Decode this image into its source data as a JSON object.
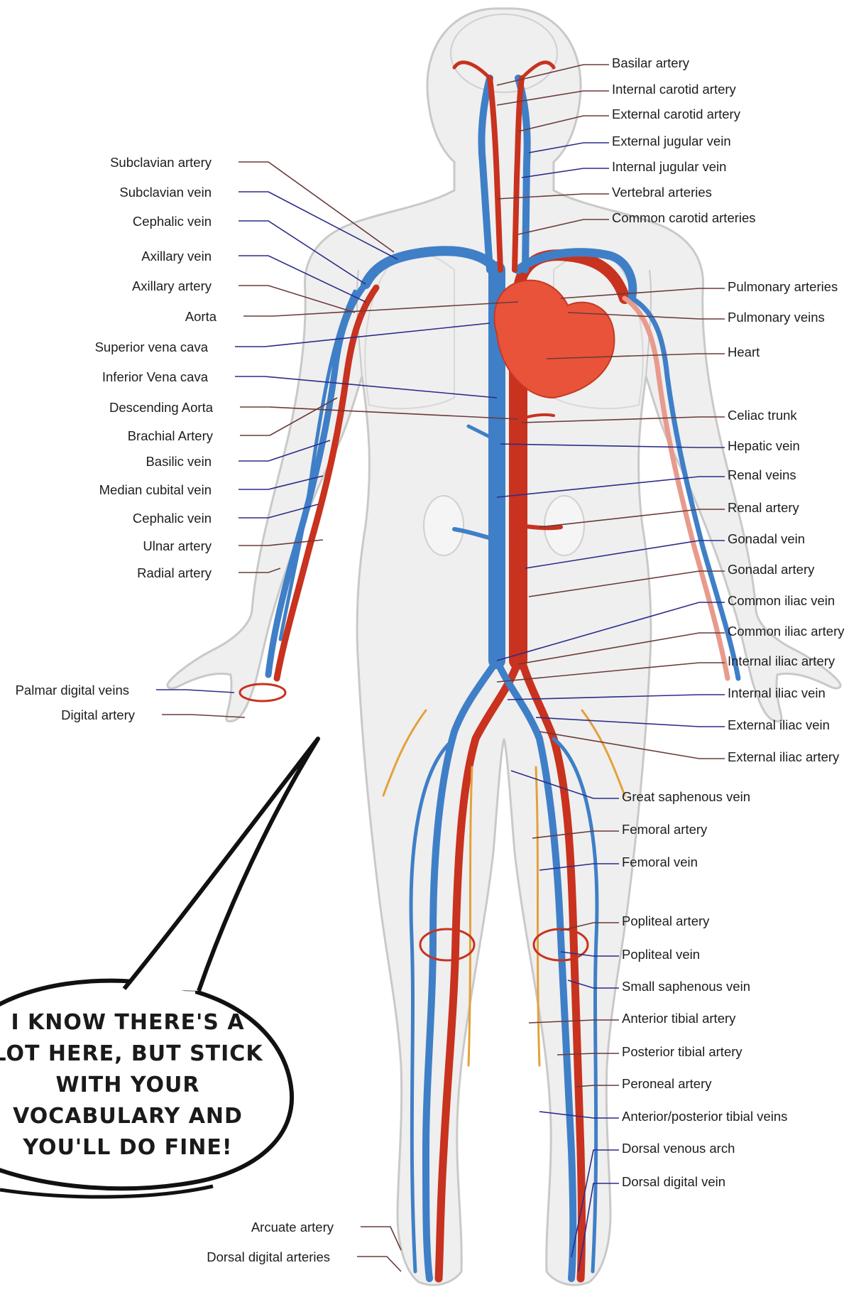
{
  "labels_left": [
    "Subclavian artery",
    "Subclavian vein",
    "Cephalic vein",
    "Axillary vein",
    "Axillary artery",
    "Aorta",
    "Superior vena cava",
    "Inferior Vena cava",
    "Descending Aorta",
    "Brachial Artery",
    "Basilic vein",
    "Median cubital vein",
    "Cephalic vein",
    "Ulnar artery",
    "Radial artery",
    "Palmar digital veins",
    "Digital artery",
    "Arcuate artery",
    "Dorsal digital arteries"
  ],
  "labels_right": [
    "Basilar artery",
    "Internal carotid artery",
    "External carotid artery",
    "External jugular vein",
    "Internal jugular vein",
    "Vertebral arteries",
    "Common carotid arteries",
    "Pulmonary arteries",
    "Pulmonary veins",
    "Heart",
    "Celiac trunk",
    "Hepatic vein",
    "Renal veins",
    "Renal artery",
    "Gonadal vein",
    "Gonadal artery",
    "Common iliac vein",
    "Common iliac artery",
    "Internal iliac artery",
    "Internal iliac vein",
    "External iliac vein",
    "External iliac artery",
    "Great saphenous vein",
    "Femoral artery",
    "Femoral vein",
    "Popliteal artery",
    "Popliteal vein",
    "Small saphenous vein",
    "Anterior tibial artery",
    "Posterior tibial artery",
    "Peroneal artery",
    "Anterior/posterior tibial veins",
    "Dorsal venous arch",
    "Dorsal digital vein"
  ],
  "speech_bubble": {
    "lines": [
      "I KNOW THERE'S A",
      "LOT HERE, BUT STICK",
      "WITH YOUR",
      "VOCABULARY AND",
      "YOU'LL DO FINE!"
    ]
  },
  "colors": {
    "artery": "#c8321e",
    "vein": "#3f7fc7",
    "heart": "#e8533a",
    "body_outline": "#c9c9c9",
    "body_fill": "#efefef",
    "nerve": "#e3a13a",
    "leader_artery": "#6b3a3a",
    "leader_vein": "#2c2c8a"
  }
}
